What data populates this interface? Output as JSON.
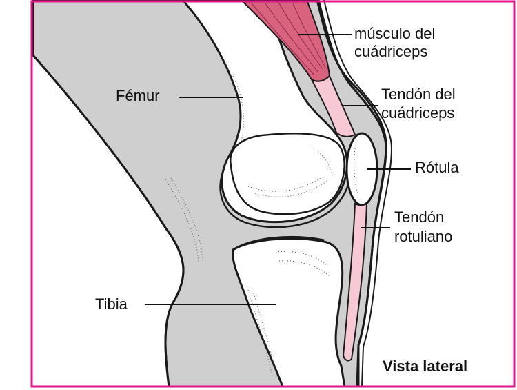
{
  "colors": {
    "frame": "#e2158a",
    "bone_fill": "#ffffff",
    "soft_tissue": "#cfcfcf",
    "muscle": "#d9627f",
    "tendon": "#f7c9d5",
    "outline": "#1a1a1a"
  },
  "labels": {
    "musculo_line1": "músculo del",
    "musculo_line2": "cuádriceps",
    "femur": "Fémur",
    "tendon_cuad_line1": "Tendón del",
    "tendon_cuad_line2": "cuádriceps",
    "rotula": "Rótula",
    "tendon_rot_line1": "Tendón",
    "tendon_rot_line2": "rotuliano",
    "tibia": "Tibia",
    "view": "Vista lateral"
  }
}
